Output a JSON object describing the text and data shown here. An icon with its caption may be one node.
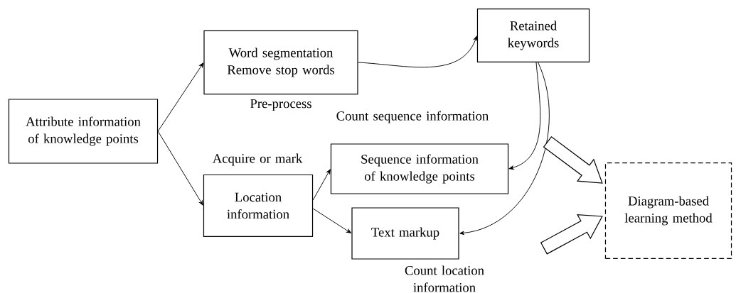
{
  "diagram": {
    "nodes": [
      {
        "text": [
          "Attribute information of knowledge points"
        ]
      },
      {
        "text": [
          "Word segmentation Remove stop words"
        ],
        "beside": [
          "Pre-process"
        ]
      },
      {
        "text": [
          "Retained keywords"
        ]
      },
      {
        "text": [
          "Location information"
        ],
        "beside": [
          "Acquire or mark"
        ]
      },
      {
        "text": [
          "Sequence information of knowledge points"
        ]
      },
      {
        "text": [
          "Text markup"
        ],
        "beside": [
          "Count location information"
        ]
      },
      {
        "text": [
          "Diagram-based learning method"
        ]
      }
    ],
    "edges": [
      {
        "from": 0,
        "to": 1,
        "arrow": "to"
      },
      {
        "from": 0,
        "to": 3,
        "arrow": "to"
      },
      {
        "from": 1,
        "to": 2,
        "arrow": "to"
      },
      {
        "from": 2,
        "to": 4,
        "arrow": "to"
      },
      {
        "from": 2,
        "to": 5,
        "arrow": "to"
      },
      {
        "from": 3,
        "to": 4,
        "arrow": "to"
      },
      {
        "from": 3,
        "to": 5,
        "arrow": "to"
      },
      {
        "from": null,
        "to": 6,
        "arrow": "to",
        "style": "thick"
      },
      {
        "from": null,
        "to": 6,
        "arrow": "to",
        "style": "thick"
      }
    ],
    "labels": [
      "Count sequence information"
    ]
  }
}
